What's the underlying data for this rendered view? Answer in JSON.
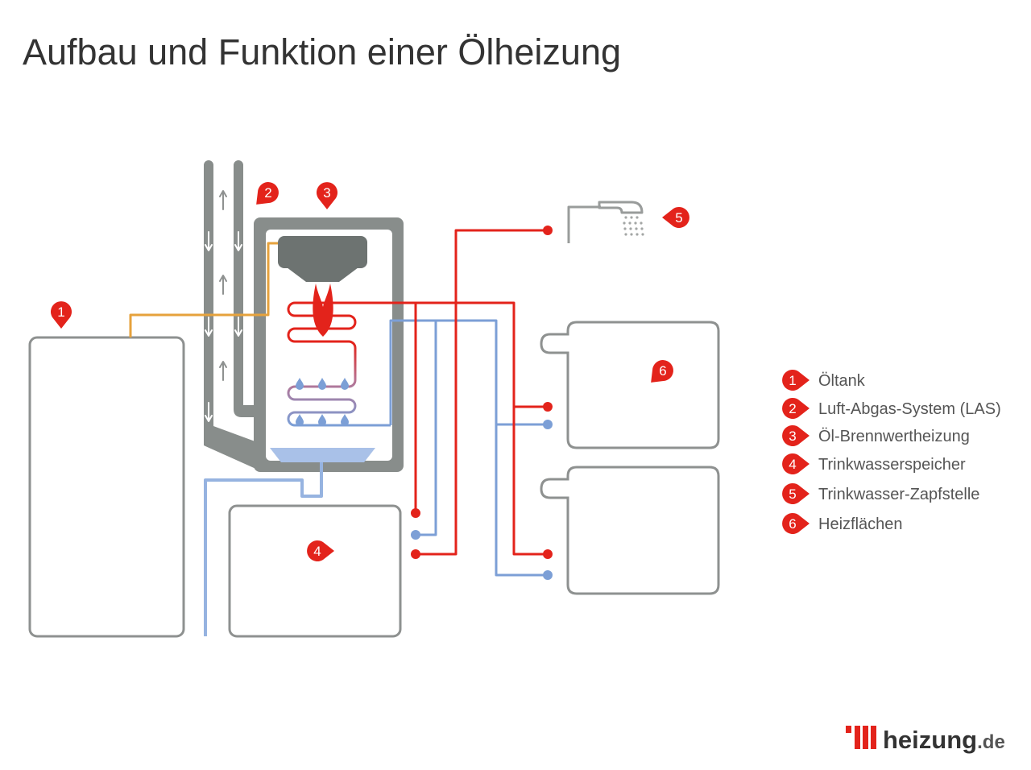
{
  "title": "Aufbau und Funktion einer Ölheizung",
  "diagram": {
    "markers": [
      "1",
      "2",
      "3",
      "4",
      "5",
      "6"
    ]
  },
  "legend": [
    {
      "number": "1",
      "label": "Öltank"
    },
    {
      "number": "2",
      "label": "Luft-Abgas-System (LAS)"
    },
    {
      "number": "3",
      "label": "Öl-Brennwertheizung"
    },
    {
      "number": "4",
      "label": "Trinkwasserspeicher"
    },
    {
      "number": "5",
      "label": "Trinkwasser-Zapfstelle"
    },
    {
      "number": "6",
      "label": "Heizflächen"
    }
  ],
  "logo": {
    "name": "heizung",
    "suffix": ".de",
    "icon": "red-bars-logo-icon"
  },
  "icons": {
    "tap": "shower-head-icon",
    "burner": "flame-icon",
    "markers": "map-pin-icon"
  },
  "colors": {
    "accent": "#e3231b",
    "pipe_blue": "#7c9fd6",
    "condensate_blue": "#96b3e0",
    "tray_blue": "#a9c1e8",
    "fuel": "#e6a23c",
    "outline": "#8e9190",
    "boiler": "#888d8b",
    "burner": "#6d7371",
    "title": "#333333",
    "legend_text": "#555555"
  }
}
